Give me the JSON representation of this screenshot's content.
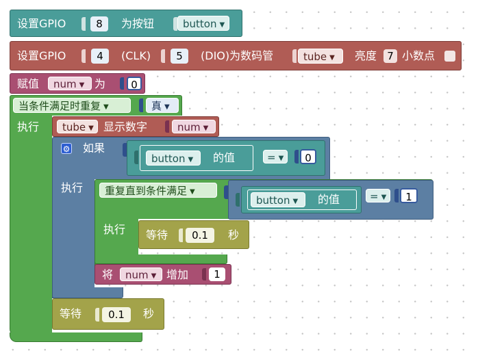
{
  "blocks": {
    "gpio_button": {
      "label": "设置GPIO",
      "pin": "8",
      "mid": "为按钮",
      "var": "button"
    },
    "gpio_display": {
      "label": "设置GPIO",
      "clk_pin": "4",
      "clk_label": "(CLK)",
      "dio_pin": "5",
      "dio_label": "(DIO)为数码管",
      "var": "tube",
      "brightness_label": "亮度",
      "brightness": "7",
      "dp_label": "小数点"
    },
    "assign": {
      "label": "赋值",
      "var": "num",
      "mid": "为",
      "value": "0"
    },
    "while_loop": {
      "mode": "当条件满足时重复",
      "cond": "真",
      "do_label": "执行"
    },
    "show_number": {
      "var": "tube",
      "label": "显示数字",
      "arg": "num"
    },
    "if_block": {
      "label": "如果",
      "do_label": "执行"
    },
    "compare1": {
      "var": "button",
      "suffix": "的值",
      "op": "=",
      "value": "0"
    },
    "until_loop": {
      "mode": "重复直到条件满足",
      "do_label": "执行"
    },
    "compare2": {
      "var": "button",
      "suffix": "的值",
      "op": "=",
      "value": "1"
    },
    "wait_inner": {
      "label": "等待",
      "value": "0.1",
      "unit": "秒"
    },
    "increment": {
      "label": "将",
      "var": "num",
      "mid": "增加",
      "value": "1"
    },
    "wait_outer": {
      "label": "等待",
      "value": "0.1",
      "unit": "秒"
    }
  },
  "colors": {
    "teal": "#4a9d99",
    "brick": "#b05c55",
    "rose": "#a94f72",
    "green": "#55a84e",
    "steel": "#5c7fa3",
    "olive": "#a3a34a"
  }
}
